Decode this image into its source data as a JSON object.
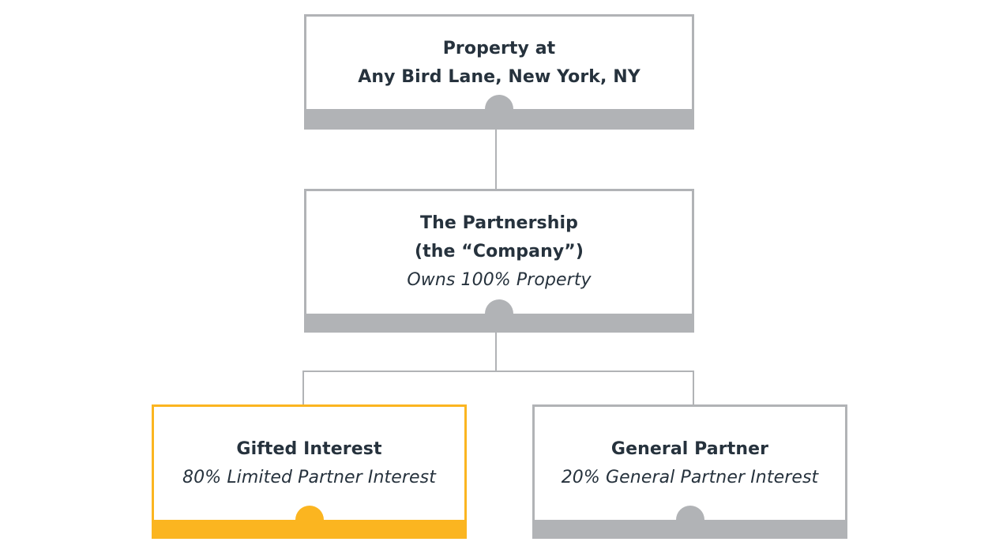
{
  "colors": {
    "neutral": "#b1b3b6",
    "highlight": "#fbb520",
    "text": "#26323d"
  },
  "nodes": {
    "property": {
      "lines": [
        "Property at",
        "Any Bird Lane, New York, NY"
      ]
    },
    "partnership": {
      "lines": [
        "The Partnership",
        "(the “Company”)"
      ],
      "italic": "Owns 100% Property"
    },
    "gifted": {
      "title": "Gifted Interest",
      "italic": "80% Limited Partner Interest"
    },
    "general": {
      "title": "General Partner",
      "italic": "20% General Partner Interest"
    }
  }
}
